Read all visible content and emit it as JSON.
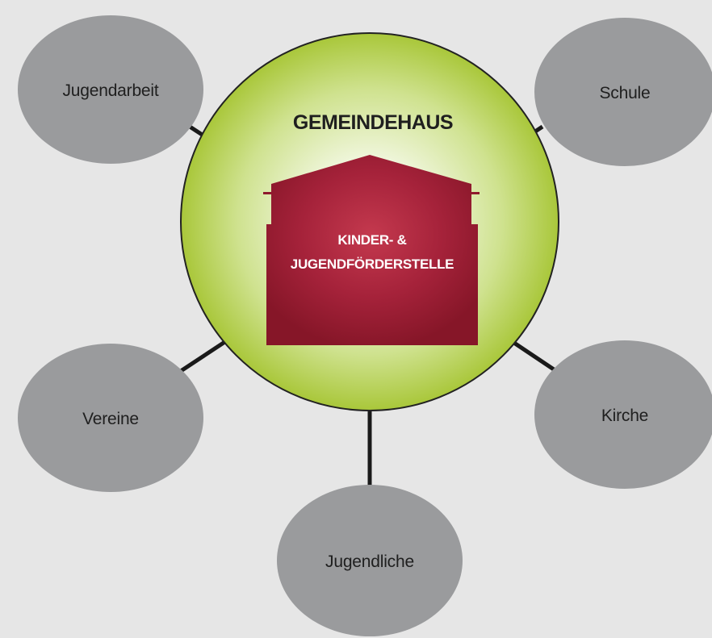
{
  "diagram": {
    "hub": {
      "title": "GEMEINDEHAUS"
    },
    "center": {
      "line1": "KINDER- &",
      "line2": "JUGENDFÖRDERSTELLE"
    },
    "nodes": {
      "jugendarbeit": "Jugendarbeit",
      "schule": "Schule",
      "vereine": "Vereine",
      "kirche": "Kirche",
      "jugendliche": "Jugendliche"
    }
  },
  "colors": {
    "background": "#e6e6e6",
    "hub_fill_center": "#ffffff",
    "hub_fill_mid": "#d4e6a0",
    "hub_fill_edge": "#a9c73a",
    "hub_stroke": "#222222",
    "house_fill_center": "#c0384c",
    "house_fill_edge": "#8c1a2c",
    "node_fill": "#9a9b9d",
    "connector": "#1a1a1a"
  }
}
